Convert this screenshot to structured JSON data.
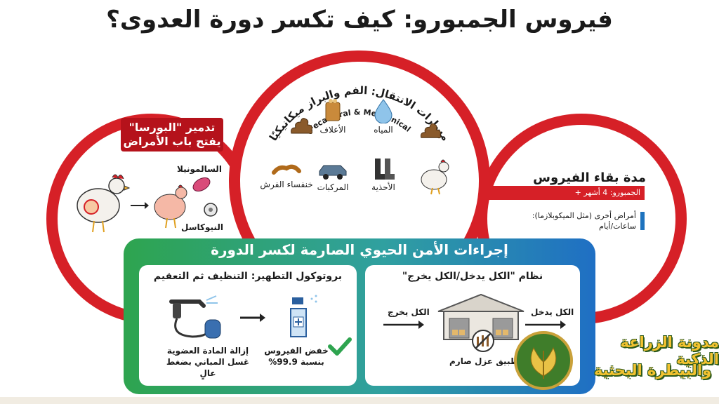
{
  "title": "فيروس الجمبورو: كيف تكسر دورة العدوى؟",
  "left": {
    "banner": "تدمير \"البورسا\" يفتح باب الأمراض",
    "pathogen_1": "السالمونيلا",
    "pathogen_2": "النيوكاسل"
  },
  "center": {
    "arc_title_ar": "مسارات الانتقال: الفم والبراز ميكانيكيًا",
    "arc_title_en": "Fecal-Oral & Mechanical",
    "routes": {
      "feed": "الأعلاف",
      "water": "المياه",
      "beetles": "خنفساء الفرش",
      "vehicles": "المركبات",
      "boots": "الأحذية"
    }
  },
  "right": {
    "title": "مدة بقاء الفيروس",
    "gumboro_bar": "الجمبورو: 4 أشهر +",
    "other_diseases": "أمراض أخرى (مثل الميكوبلازما): ساعات/أيام"
  },
  "biosecurity": {
    "title": "إجراءات الأمن الحيوي الصارمة لكسر الدورة",
    "left_card": {
      "title": "بروتوكول التطهير: التنظيف ثم التعقيم",
      "step_1_line_1": "إزالة المادة العضوية",
      "step_1_line_2": "غسل المباني بضغط عالٍ",
      "step_2_line_1": "خفض الفيروس",
      "step_2_line_2": "بنسبة 99.9%"
    },
    "right_card": {
      "title": "نظام \"الكل يدخل/الكل يخرج\"",
      "out_label": "الكل يخرج",
      "in_label": "الكل يدخل",
      "isolation": "تطبيق عزل صارم"
    }
  },
  "logo": {
    "line_1": "مدونة الزراعة الذكية",
    "line_2": "والبيطرة البحثية"
  },
  "colors": {
    "red": "#d62027",
    "green": "#2ea44f",
    "blue": "#1f6fc4"
  }
}
